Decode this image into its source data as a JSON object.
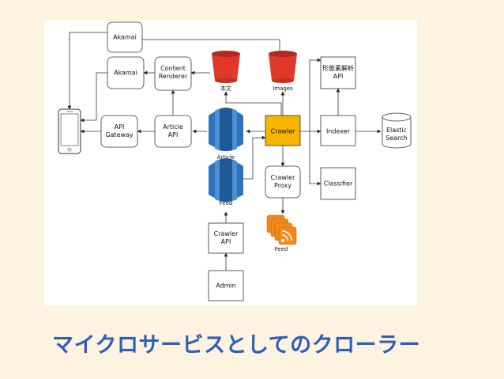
{
  "title": "マイクロサービスとしてのクローラー",
  "diagram": {
    "nodes": {
      "akamai_top": "Akamai",
      "akamai_mid": "Akamai",
      "content_renderer": [
        "Content",
        "Renderer"
      ],
      "api_gateway": [
        "API",
        "Gateway"
      ],
      "article_api": [
        "Article",
        "API"
      ],
      "bucket_honbun": "本文",
      "bucket_images": "Images",
      "db_article": "Article",
      "db_feed": "Feed",
      "crawler": "Crawler",
      "crawler_proxy": [
        "Crawler",
        "Proxy"
      ],
      "crawler_api": [
        "Crawler",
        "API"
      ],
      "admin": "Admin",
      "keitaiso_api": [
        "形態素解析",
        "API"
      ],
      "indexer": "Indexer",
      "elastic_search": [
        "Elastic",
        "Search"
      ],
      "classifier": "Classifier",
      "feed_icons": "Feed"
    },
    "colors": {
      "crawler_fill": "#f7b500",
      "bucket_fill": "#e0392b",
      "db_fill": "#2e73b8",
      "rss_fill": "#f08a1c",
      "title_color": "#2f5fb8"
    }
  }
}
